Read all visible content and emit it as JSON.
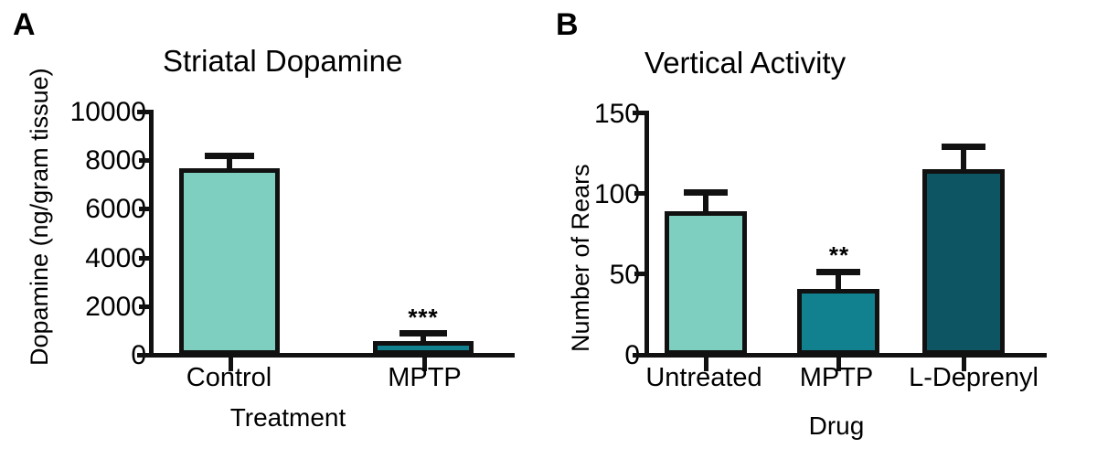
{
  "figure": {
    "background": "#ffffff",
    "axis_color": "#111111"
  },
  "panels": [
    {
      "letter": "A",
      "title": "Striatal Dopamine",
      "ylabel": "Dopamine (ng/gram tissue)",
      "xlabel": "Treatment"
    },
    {
      "letter": "B",
      "title": "Vertical Activity",
      "ylabel": "Number of Rears",
      "xlabel": "Drug"
    }
  ],
  "colors": {
    "light_teal": "#7ECFC0",
    "mid_teal": "#11808F",
    "dark_teal": "#0E5563",
    "outline": "#111111"
  },
  "chart_data": [
    {
      "type": "bar",
      "panel": "A",
      "title": "Striatal Dopamine",
      "xlabel": "Treatment",
      "ylabel": "Dopamine (ng/gram tissue)",
      "categories": [
        "Control",
        "MPTP"
      ],
      "values": [
        7600,
        380
      ],
      "errors": [
        620,
        150
      ],
      "bar_colors": [
        "#7ECFC0",
        "#11808F"
      ],
      "annotations": [
        "",
        "***"
      ],
      "ylim": [
        0,
        10000
      ],
      "yticks": [
        0,
        2000,
        4000,
        6000,
        8000,
        10000
      ],
      "ytick_labels": [
        "0",
        "2000",
        "4000",
        "6000",
        "8000",
        "10000"
      ],
      "grid": false,
      "legend": "none"
    },
    {
      "type": "bar",
      "panel": "B",
      "title": "Vertical Activity",
      "xlabel": "Drug",
      "ylabel": "Number of Rears",
      "categories": [
        "Untreated",
        "MPTP",
        "L-Deprenyl"
      ],
      "values": [
        88,
        40,
        114
      ],
      "errors": [
        12,
        12,
        17
      ],
      "bar_colors": [
        "#7ECFC0",
        "#11808F",
        "#0E5563"
      ],
      "annotations": [
        "",
        "**",
        ""
      ],
      "ylim": [
        0,
        150
      ],
      "yticks": [
        0,
        50,
        100,
        150
      ],
      "ytick_labels": [
        "0",
        "50",
        "100",
        "150"
      ],
      "grid": false,
      "legend": "none"
    }
  ]
}
